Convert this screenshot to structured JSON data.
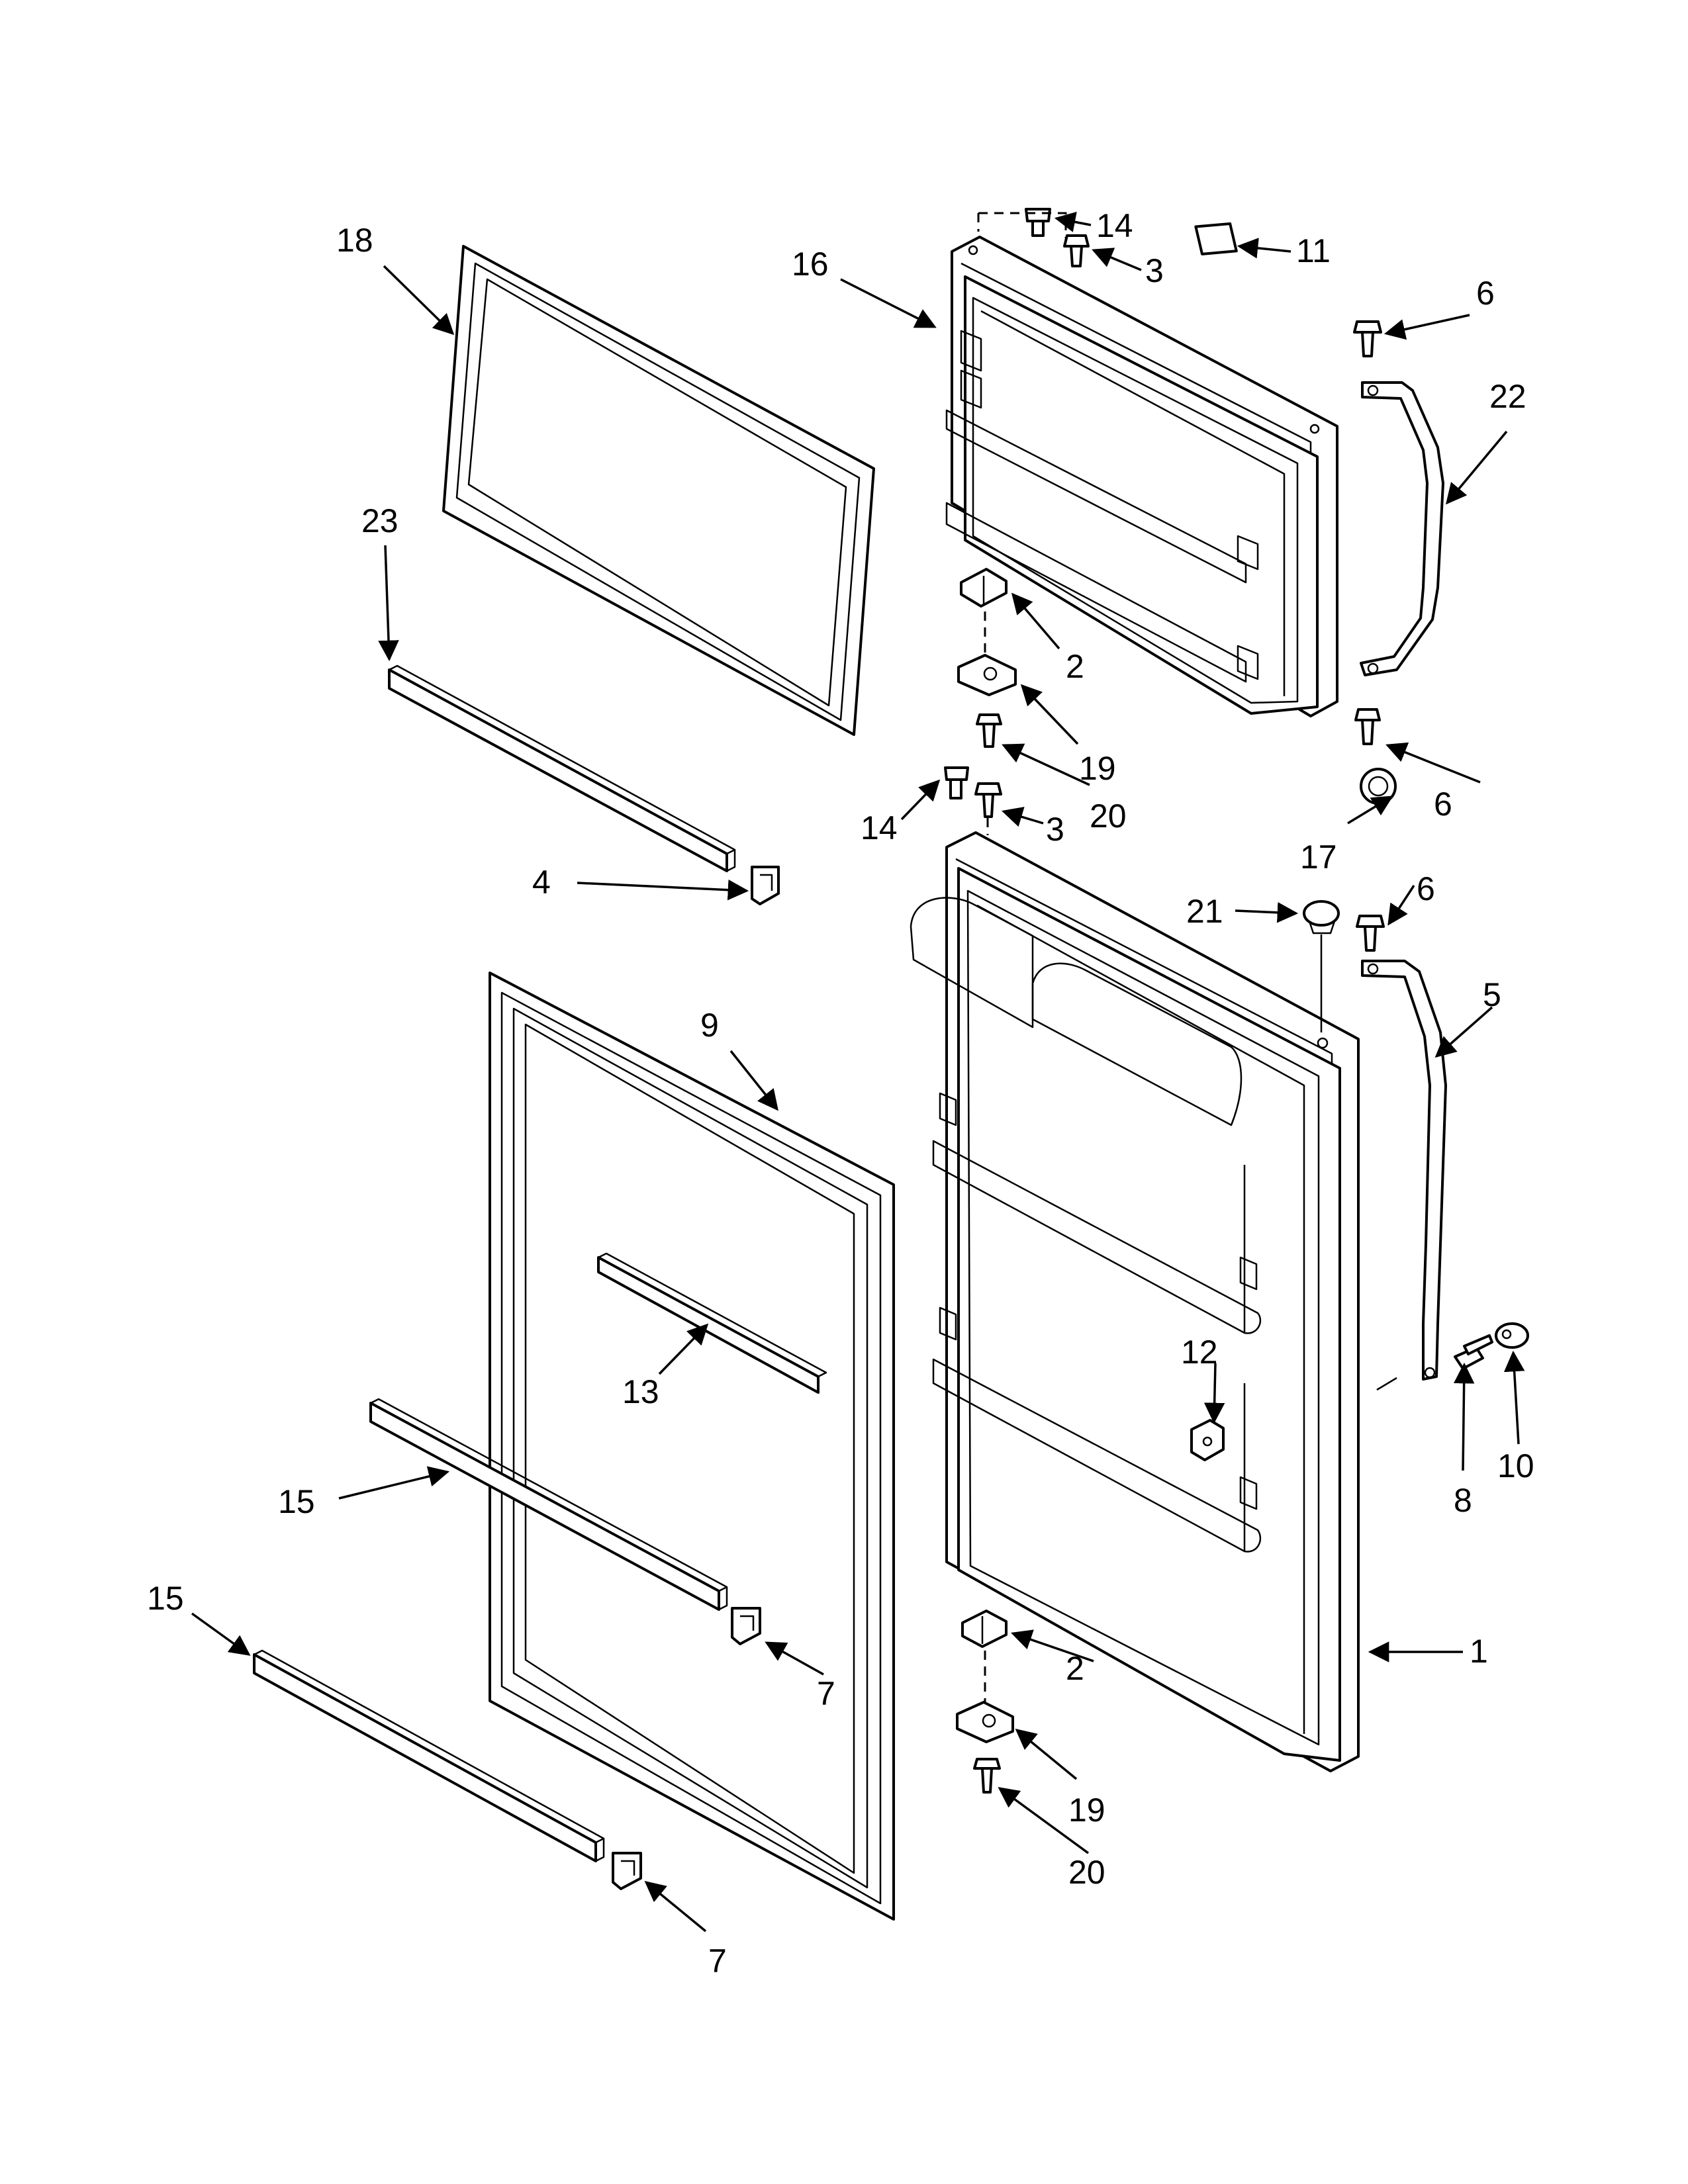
{
  "callouts": [
    "1",
    "2",
    "2",
    "3",
    "3",
    "4",
    "5",
    "6",
    "6",
    "6",
    "7",
    "7",
    "8",
    "9",
    "10",
    "11",
    "12",
    "13",
    "14",
    "14",
    "15",
    "15",
    "16",
    "17",
    "18",
    "19",
    "19",
    "20",
    "20",
    "21",
    "22",
    "23"
  ],
  "colors": {
    "line": "#000000",
    "background": "#ffffff"
  }
}
